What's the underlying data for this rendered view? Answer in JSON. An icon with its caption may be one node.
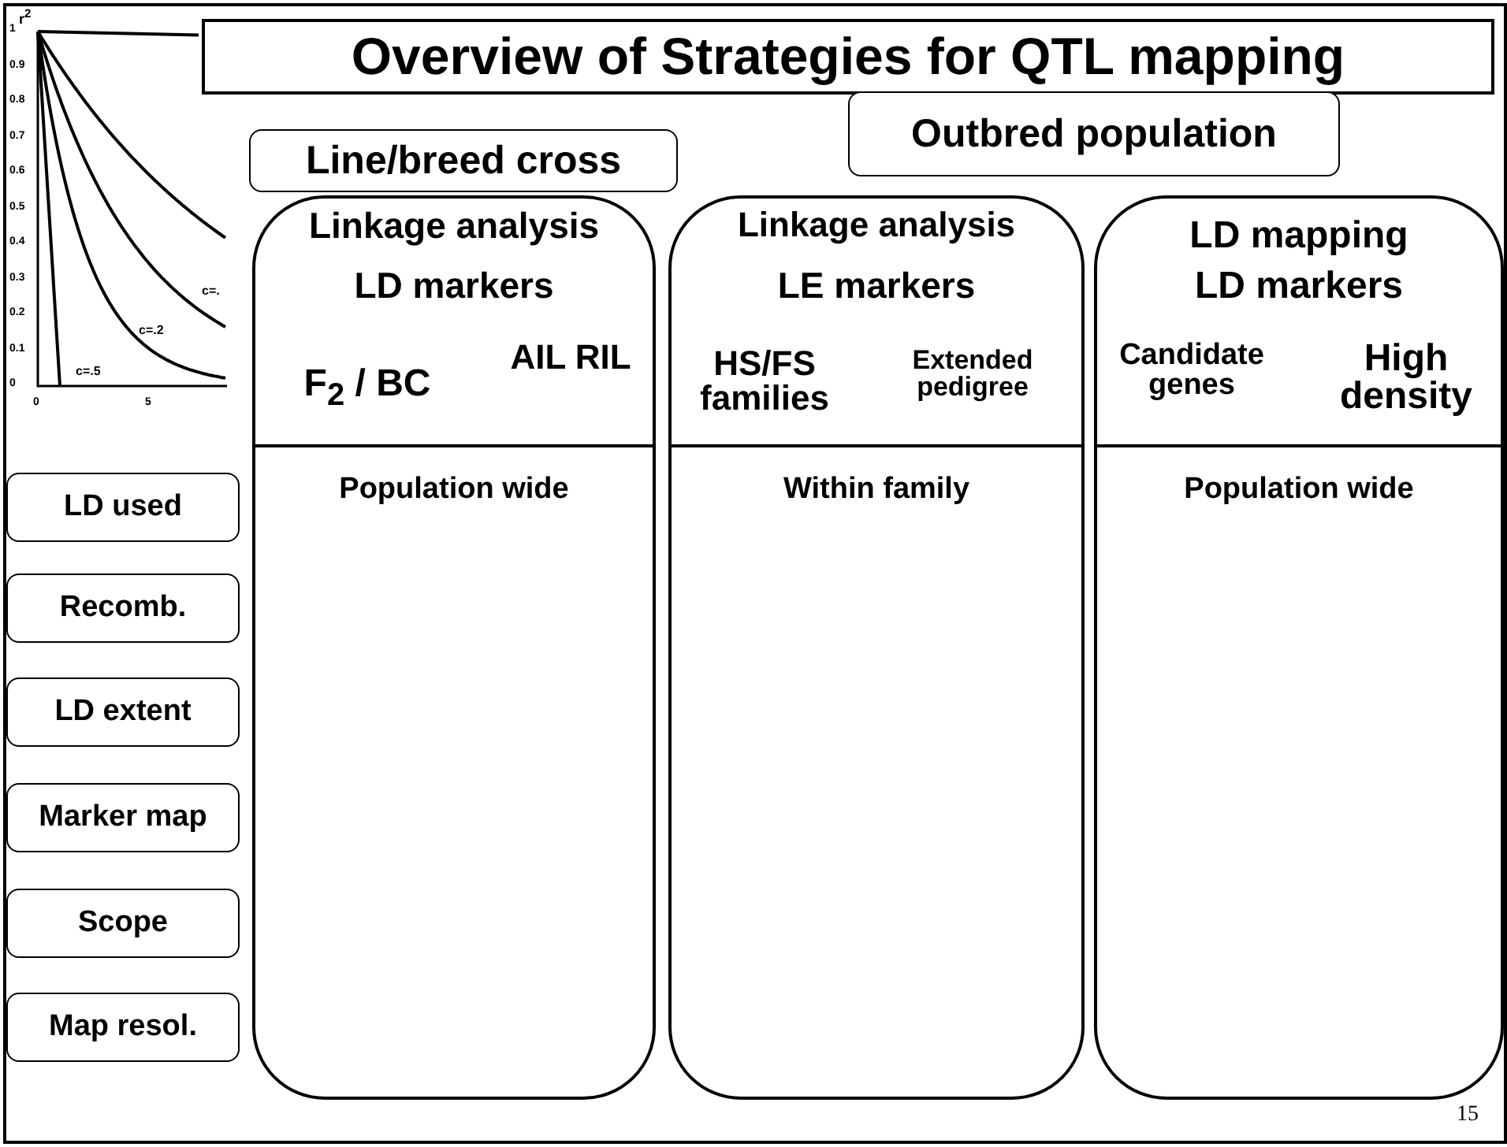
{
  "diagram": {
    "title": "Overview of Strategies for QTL mapping",
    "nodes": [
      {
        "text": [
          "Line/breed cross"
        ]
      },
      {
        "text": [
          "Outbred population"
        ]
      },
      {
        "text": [
          "Linkage analysis",
          "LD markers",
          "F$_{2}$ / BC",
          "AIL RIL",
          "Population wide"
        ]
      },
      {
        "text": [
          "Linkage analysis",
          "LE markers",
          "HS/FS families",
          "Extended pedigree",
          "Within family"
        ]
      },
      {
        "text": [
          "LD mapping",
          "LD markers",
          "Candidate genes",
          "High density",
          "Population wide"
        ]
      },
      {
        "text": [
          "LD used"
        ]
      },
      {
        "text": [
          "Recomb."
        ]
      },
      {
        "text": [
          "LD extent"
        ]
      },
      {
        "text": [
          "Marker map"
        ]
      },
      {
        "text": [
          "Scope"
        ]
      },
      {
        "text": [
          "Map resol."
        ]
      }
    ],
    "labels": [
      "r$^{2}$",
      "1",
      "0.9",
      "0.8",
      "0.7",
      "0.6",
      "0.5",
      "0.4",
      "0.3",
      "0.2",
      "0.1",
      "0",
      "0",
      "5",
      "c=.",
      "c=.2",
      "c=.5",
      "15"
    ]
  }
}
